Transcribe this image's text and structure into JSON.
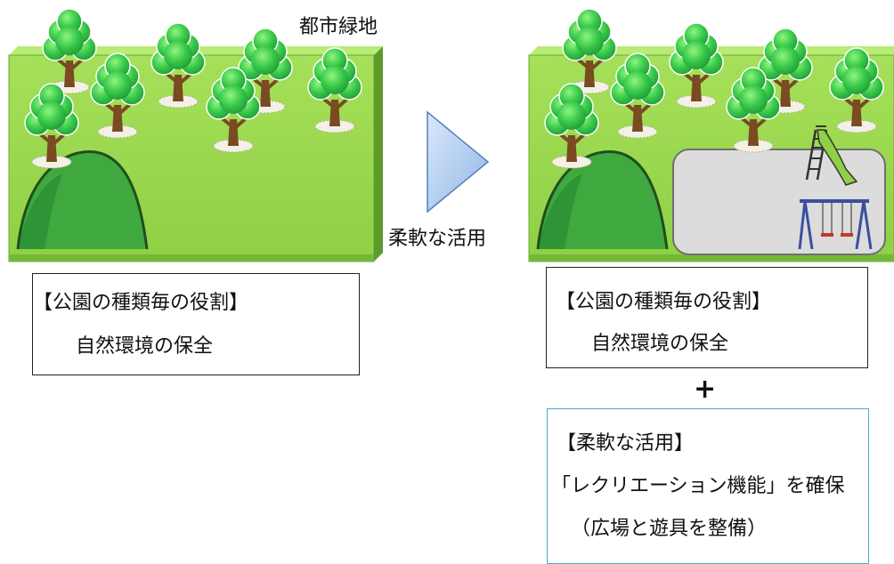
{
  "left_panel": {
    "title": "都市緑地",
    "role_box": {
      "heading": "【公園の種類毎の役割】",
      "text": "自然環境の保全"
    }
  },
  "transition": {
    "label": "柔軟な活用"
  },
  "right_panel": {
    "role_box": {
      "heading": "【公園の種類毎の役割】",
      "text": "自然環境の保全"
    },
    "plus_sign": "+",
    "flexible_box": {
      "heading": "【柔軟な活用】",
      "line1": "「レクリエーション機能」を確保",
      "line2": "（広場と遊具を整備）"
    }
  },
  "colors": {
    "lawn_top": "#9ad94a",
    "lawn_front": "#74b83a",
    "lawn_side": "#5e9a2c",
    "hill": "#3fa83f",
    "hill_outline": "#1f4f1f",
    "foliage": "#33c24a",
    "foliage_light": "#7ef07a",
    "trunk": "#7a4a22",
    "plaza": "#dcdcdc",
    "arrow_fill": "#b7d3f2",
    "arrow_edge": "#4f81bd",
    "flexible_box_border": "#4bacc6"
  },
  "icons": [
    "tree-icon",
    "hill-icon",
    "slide-icon",
    "swing-icon",
    "right-arrow-icon"
  ]
}
